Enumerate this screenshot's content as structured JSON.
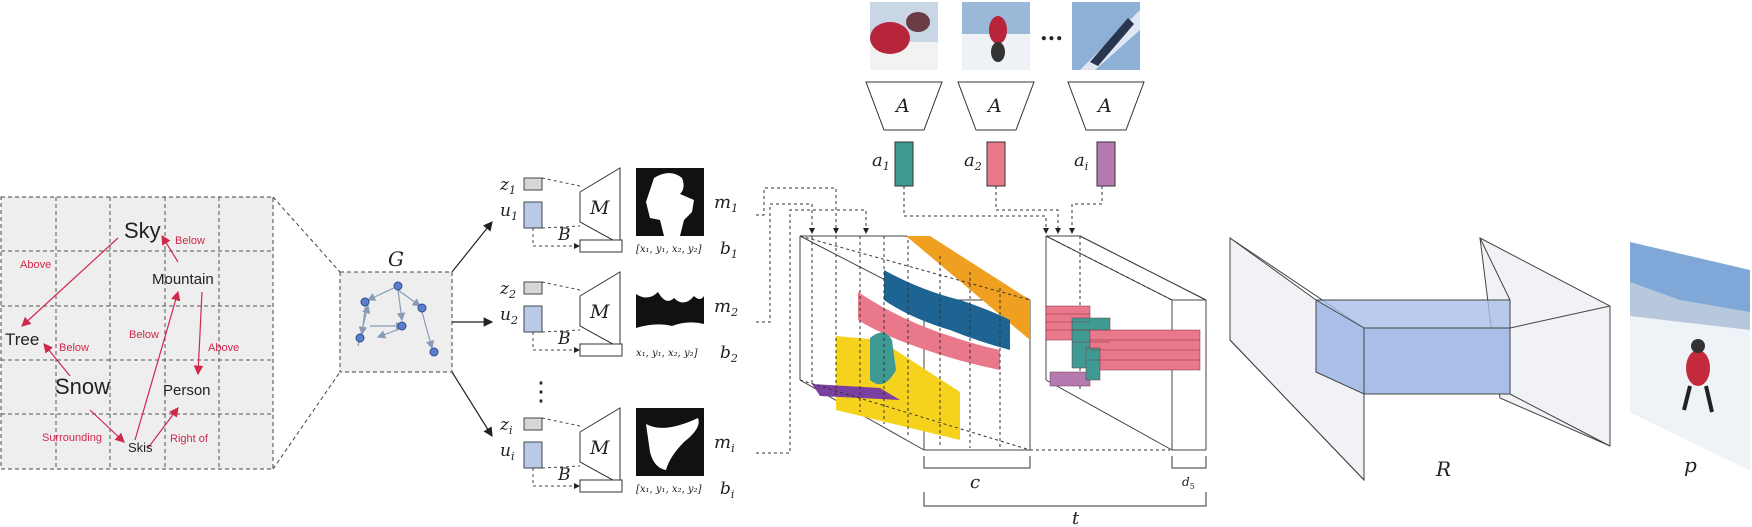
{
  "scene_graph": {
    "nodes": {
      "sky": "Sky",
      "mountain": "Mountain",
      "tree": "Tree",
      "snow": "Snow",
      "person": "Person",
      "skis": "Skis"
    },
    "relations": {
      "above": "Above",
      "below_sky_mountain": "Below",
      "below_mountain_skis": "Below",
      "below_tree_snow": "Below",
      "above_person": "Above",
      "surrounding": "Surrounding",
      "right_of": "Right of"
    }
  },
  "labels": {
    "G": "G",
    "M": "M",
    "B": "B",
    "A": "A",
    "R": "R",
    "p": "p",
    "c": "c",
    "t": "t",
    "d5": "d",
    "d5_sub": "5",
    "ellipsis": "...",
    "vdots": "⋮",
    "rows": [
      {
        "z": "z",
        "zs": "1",
        "u": "u",
        "us": "1",
        "m": "m",
        "ms": "1",
        "b": "b",
        "bs": "1",
        "coords": "[x₁, y₁, x₂, y₂]"
      },
      {
        "z": "z",
        "zs": "2",
        "u": "u",
        "us": "2",
        "m": "m",
        "ms": "2",
        "b": "b",
        "bs": "2",
        "coords": "x₁, y₁, x₂, y₂]"
      },
      {
        "z": "z",
        "zs": "i",
        "u": "u",
        "us": "i",
        "m": "m",
        "ms": "i",
        "b": "b",
        "bs": "i",
        "coords": "[x₁, y₁, x₂, y₂]"
      }
    ],
    "appearance": [
      {
        "a": "a",
        "s": "1"
      },
      {
        "a": "a",
        "s": "2"
      },
      {
        "a": "a",
        "s": "i"
      }
    ]
  },
  "colors": {
    "relation": "#d0284c",
    "node_blue": "#5b7fcf",
    "u_fill": "#b9cbe8",
    "z_fill": "#d6d6d6",
    "teal": "#3f9a93",
    "pink": "#e9798a",
    "mauve": "#b57bb0",
    "navy": "#1e6493",
    "orange": "#f0a020",
    "yellow": "#f5d31c",
    "purple": "#7b3fa0",
    "blue_box": "#a9bfe8"
  }
}
